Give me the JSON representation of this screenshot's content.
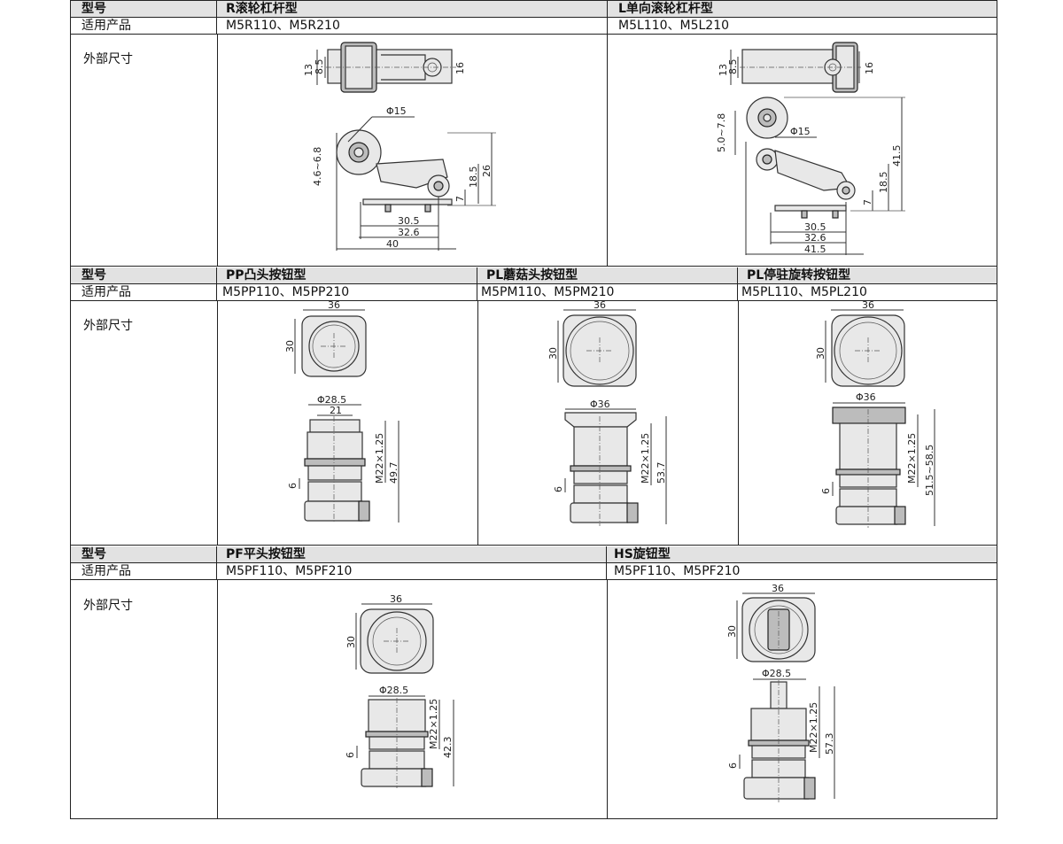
{
  "row_labels": {
    "model": "型号",
    "product": "适用产品",
    "dims": "外部尺寸"
  },
  "section1": {
    "r_lever": {
      "type": "R滚轮杠杆型",
      "products": "M5R110、M5R210",
      "dims": {
        "a": "13",
        "b": "8.5",
        "c": "16",
        "d": "Φ15",
        "e": "4.6~6.8",
        "f": "18.5",
        "g": "26",
        "h": "7",
        "i": "30.5",
        "j": "32.6",
        "k": "40"
      }
    },
    "l_lever": {
      "type": "L单向滚轮杠杆型",
      "products": "M5L110、M5L210",
      "dims": {
        "a": "13",
        "b": "8.5",
        "c": "16",
        "d": "Φ15",
        "e": "5.0~7.8",
        "f": "41.5",
        "g": "18.5",
        "h": "7",
        "i": "30.5",
        "j": "32.6",
        "k": "41.5"
      }
    }
  },
  "section2": {
    "pp": {
      "type": "PP凸头按钮型",
      "products": "M5PP110、M5PP210",
      "dims": {
        "w": "36",
        "h": "30",
        "d": "Φ28.5",
        "e": "21",
        "thread": "M22×1.25",
        "len": "49.7",
        "nut": "6"
      }
    },
    "pm": {
      "type": "PL蘑菇头按钮型",
      "products": "M5PM110、M5PM210",
      "dims": {
        "w": "36",
        "h": "30",
        "d": "Φ36",
        "thread": "M22×1.25",
        "len": "53.7",
        "nut": "6"
      }
    },
    "pl": {
      "type": "PL停驻旋转按钮型",
      "products": "M5PL110、M5PL210",
      "dims": {
        "w": "36",
        "h": "30",
        "d": "Φ36",
        "thread": "M22×1.25",
        "len": "51.5~58.5",
        "nut": "6"
      }
    }
  },
  "section3": {
    "pf": {
      "type": "PF平头按钮型",
      "products": "M5PF110、M5PF210",
      "dims": {
        "w": "36",
        "h": "30",
        "d": "Φ28.5",
        "thread": "M22×1.25",
        "len": "42.3",
        "nut": "6"
      }
    },
    "hs": {
      "type": "HS旋钮型",
      "products": "M5PF110、M5PF210",
      "dims": {
        "w": "36",
        "h": "30",
        "d": "Φ28.5",
        "thread": "M22×1.25",
        "len": "57.3",
        "nut": "6"
      }
    }
  }
}
